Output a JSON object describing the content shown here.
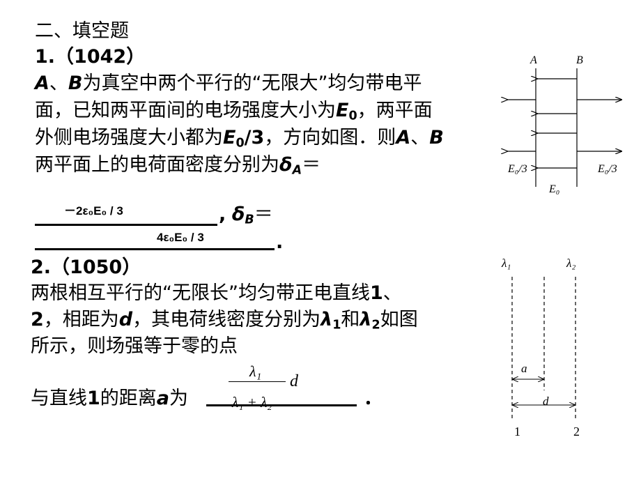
{
  "section_title": "二、填空题",
  "q1": {
    "number": "1.（1042）",
    "line1_A": "A",
    "line1_sep": "、",
    "line1_B": "B",
    "line1_rest": "为真空中两个平行的“无限大”均匀带电平",
    "line2_pre": "面，已知两平面间的电场强度大小为",
    "line2_E": "E",
    "line2_sub": "0",
    "line2_post": "，两平面",
    "line3_pre": "外侧电场强度大小都为",
    "line3_E": "E",
    "line3_sub": "0",
    "line3_frac": "/3",
    "line3_mid": "，方向如图．则",
    "line3_A": "A",
    "line3_sep": "、",
    "line3_B": "B",
    "line4_pre": "两平面上的电荷面密度分别为",
    "line4_delta": "δ",
    "line4_sub": "A",
    "line4_eq": "＝",
    "answer_A": "－2ε₀E₀ / 3",
    "line5_comma": ",",
    "line5_delta": "δ",
    "line5_sub": "B",
    "line5_eq": "＝",
    "answer_B": "4ε₀E₀ / 3",
    "line6_end": ".",
    "figure": {
      "label_A": "A",
      "label_B": "B",
      "label_left": "E₀/3",
      "label_right": "E₀/3",
      "label_mid": "E₀"
    }
  },
  "q2": {
    "number": "2.（1050）",
    "line1_pre": "两根相互平行的“无限长”均匀带正电直线",
    "line1_num": "1",
    "line1_post": "、",
    "line2_num": "2",
    "line2_mid": "，相距为",
    "line2_d": "d",
    "line2_mid2": "，其电荷线密度分别为",
    "line2_l1": "λ",
    "line2_l1sub": "1",
    "line2_and": "和",
    "line2_l2": "λ",
    "line2_l2sub": "2",
    "line2_post": "如图",
    "line3": "所示，则场强等于零的点",
    "line4_pre": "与直线",
    "line4_num": "1",
    "line4_mid": "的距离",
    "line4_a": "a",
    "line4_post": "为",
    "line4_end": "．",
    "answer": {
      "numerator": "λ₁",
      "denominator": "λ₁ + λ₂",
      "factor": "d"
    },
    "figure": {
      "label_l1": "λ₁",
      "label_l2": "λ₂",
      "label_a": "a",
      "label_d": "d",
      "label_1": "1",
      "label_2": "2"
    }
  }
}
